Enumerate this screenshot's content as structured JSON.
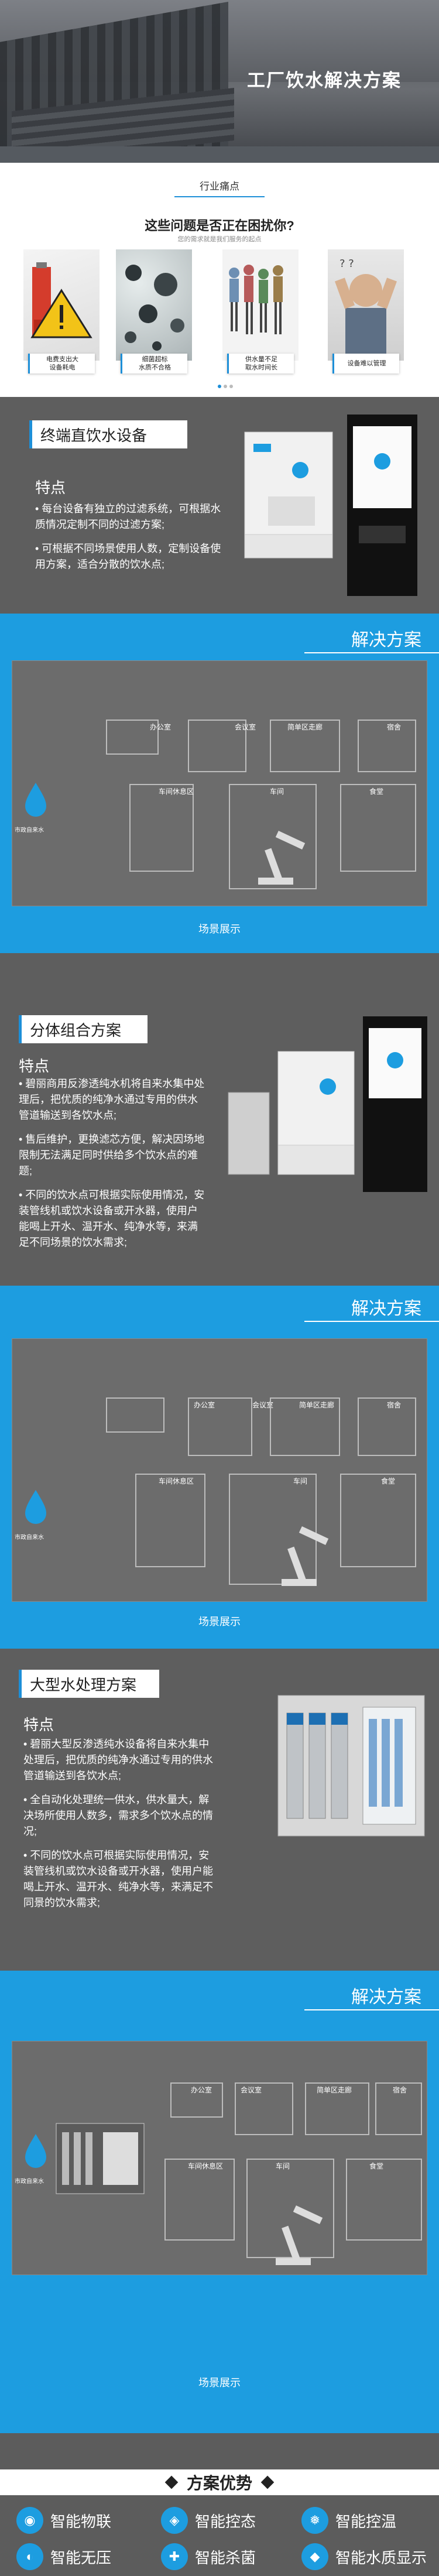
{
  "hero": {
    "title": "工厂饮水解决方案"
  },
  "pain": {
    "tab": "行业痛点",
    "question": "这些问题是否正在困扰你?",
    "subtitle": "您的需求就是我们服务的起点",
    "cards": [
      {
        "label": "电费支出大\n设备耗电"
      },
      {
        "label": "细菌超标\n水质不合格"
      },
      {
        "label": "供水量不足\n取水时间长"
      },
      {
        "label": "设备难以管理"
      }
    ]
  },
  "sectionA": {
    "title": "终端直饮水设备",
    "feature_heading": "特点",
    "features": [
      "• 每台设备有独立的过滤系统，可根据水质情况定制不同的过滤方案;",
      "• 可根据不同场景使用人数，定制设备使用方案，适合分散的饮水点;"
    ]
  },
  "solution_label": "解决方案",
  "scene_label": "场景展示",
  "plan1": {
    "rooms": [
      "办公室",
      "会议室",
      "简单区走廊",
      "宿舍",
      "车间休息区",
      "车间",
      "食堂"
    ],
    "water_source": "市政自来水"
  },
  "sectionB": {
    "title": "分体组合方案",
    "feature_heading": "特点",
    "features": [
      "• 碧丽商用反渗透纯水机将自来水集中处理后，把优质的纯净水通过专用的供水管道输送到各饮水点;",
      "• 售后维护，更换滤芯方便，解决因场地限制无法满足同时供给多个饮水点的难题;",
      "• 不同的饮水点可根据实际使用情况，安装管线机或饮水设备或开水器，使用户能喝上开水、温开水、纯净水等，来满足不同场景的饮水需求;"
    ]
  },
  "plan2": {
    "rooms": [
      "办公室",
      "会议室",
      "简单区走廊",
      "宿舍",
      "车间休息区",
      "车间",
      "食堂"
    ],
    "water_source": "市政自来水"
  },
  "sectionC": {
    "title": "大型水处理方案",
    "feature_heading": "特点",
    "features": [
      "• 碧丽大型反渗透纯水设备将自来水集中处理后，把优质的纯净水通过专用的供水管道输送到各饮水点;",
      "• 全自动化处理统一供水，供水量大，解决场所使用人数多，需求多个饮水点的情况;",
      "• 不同的饮水点可根据实际使用情况，安装管线机或饮水设备或开水器，使用户能喝上开水、温开水、纯净水等，来满足不同景的饮水需求;"
    ]
  },
  "plan3": {
    "rooms": [
      "办公室",
      "会议室",
      "简单区走廊",
      "宿舍",
      "车间休息区",
      "车间",
      "食堂"
    ],
    "water_source": "市政自来水"
  },
  "advantages": {
    "title": "方案优势",
    "items": [
      {
        "label": "智能物联",
        "icon": "wifi-icon"
      },
      {
        "label": "智能控态",
        "icon": "drop-icon"
      },
      {
        "label": "智能控温",
        "icon": "thermometer-icon"
      },
      {
        "label": "智能无压",
        "icon": "pressure-icon"
      },
      {
        "label": "智能杀菌",
        "icon": "sterilize-icon"
      },
      {
        "label": "智能水质显示",
        "icon": "quality-icon"
      }
    ]
  },
  "colors": {
    "accent": "#1d9de0",
    "section_bg": "#5e5e5e"
  }
}
